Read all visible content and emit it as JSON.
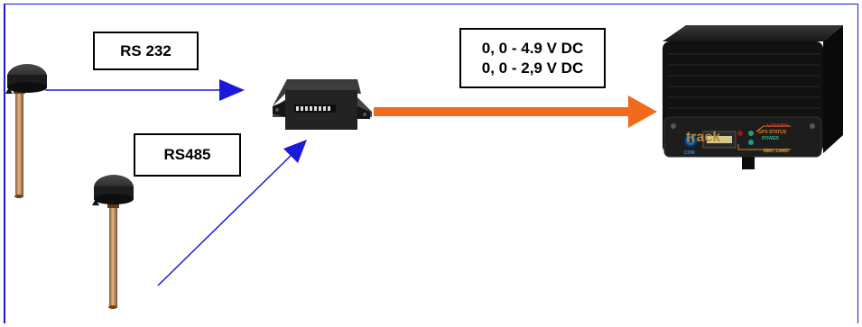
{
  "labels": {
    "rs232": "RS 232",
    "rs485": "RS485",
    "voltage_line1": "0, 0 - 4.9 V DC",
    "voltage_line2": "0, 0 - 2,9 V DC"
  },
  "logger": {
    "brand": "track",
    "led_labels": [
      "LOGGING",
      "GPS STATUS",
      "POWER",
      "MMC CARD"
    ],
    "port_label": "COM"
  },
  "colors": {
    "frame": "#1a1adb",
    "digital_arrow": "#1a1adb",
    "analog_arrow": "#f26b1d",
    "sensor_rod": "#c08a5a",
    "sensor_head": "#2b2b2b",
    "converter": "#2a2a2a",
    "logger_body": "#121212"
  },
  "icons": [
    "probe-sensor",
    "converter-module",
    "data-logger"
  ]
}
